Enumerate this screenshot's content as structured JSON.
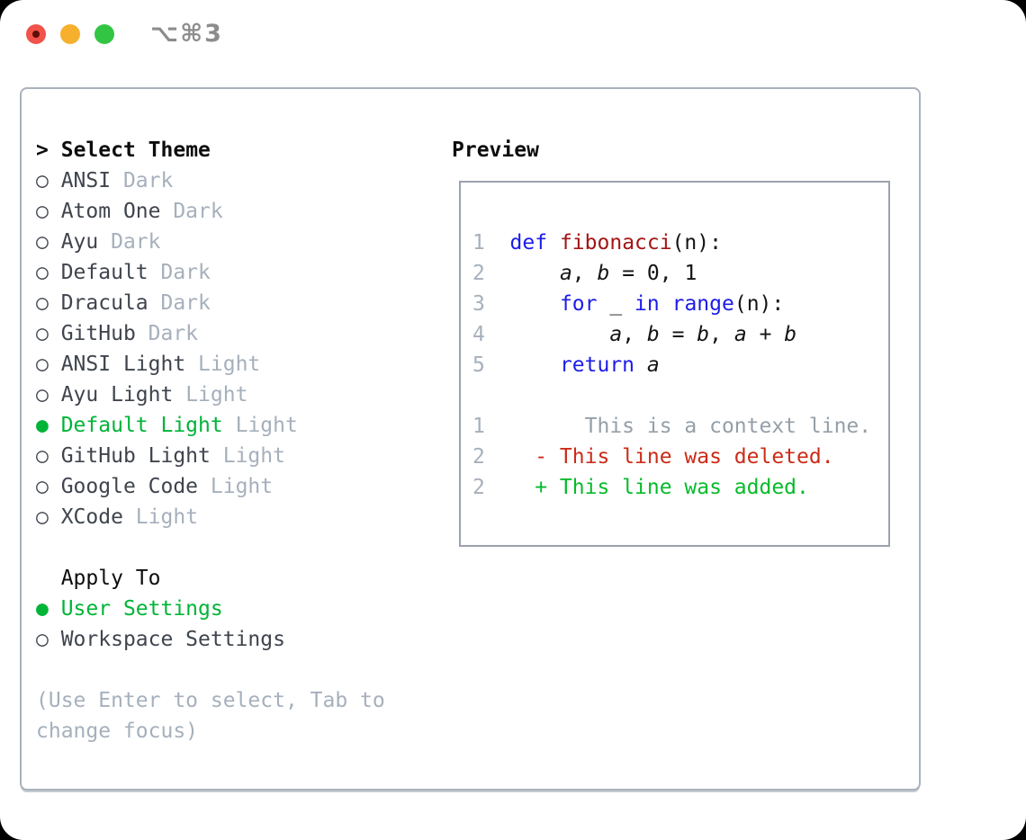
{
  "window": {
    "shortcut_label": "⌥⌘3",
    "traffic_lights": [
      "close",
      "minimize",
      "zoom"
    ]
  },
  "colors": {
    "selection_green": "#00b437",
    "added_green": "#06bb2a",
    "deleted_red": "#cb2b17",
    "keyword_blue": "#1c1ce8",
    "function_darkred": "#a31515",
    "muted_gray": "#a6b0bc",
    "text_dark": "#3f444d",
    "panel_border": "#aab2bd"
  },
  "theme_picker": {
    "title": "Select Theme",
    "title_prefix": ">",
    "unselected_bullet": "○",
    "selected_bullet": "●",
    "themes": [
      {
        "name": "ANSI",
        "variant": "Dark",
        "selected": false
      },
      {
        "name": "Atom One",
        "variant": "Dark",
        "selected": false
      },
      {
        "name": "Ayu",
        "variant": "Dark",
        "selected": false
      },
      {
        "name": "Default",
        "variant": "Dark",
        "selected": false
      },
      {
        "name": "Dracula",
        "variant": "Dark",
        "selected": false
      },
      {
        "name": "GitHub",
        "variant": "Dark",
        "selected": false
      },
      {
        "name": "ANSI Light",
        "variant": "Light",
        "selected": false
      },
      {
        "name": "Ayu Light",
        "variant": "Light",
        "selected": false
      },
      {
        "name": "Default Light",
        "variant": "Light",
        "selected": true
      },
      {
        "name": "GitHub Light",
        "variant": "Light",
        "selected": false
      },
      {
        "name": "Google Code",
        "variant": "Light",
        "selected": false
      },
      {
        "name": "XCode",
        "variant": "Light",
        "selected": false
      }
    ],
    "apply_to": {
      "title": "Apply To",
      "options": [
        {
          "label": "User Settings",
          "selected": true
        },
        {
          "label": "Workspace Settings",
          "selected": false
        }
      ]
    },
    "help_lines": [
      "(Use Enter to select, Tab to",
      "change focus)"
    ]
  },
  "preview": {
    "title": "Preview",
    "code_lines": [
      {
        "num": "1",
        "tokens": [
          {
            "text": "def",
            "type": "kw"
          },
          {
            "text": " ",
            "type": "pl"
          },
          {
            "text": "fibonacci",
            "type": "fn"
          },
          {
            "text": "(n):",
            "type": "pl"
          }
        ]
      },
      {
        "num": "2",
        "tokens": [
          {
            "text": "    ",
            "type": "pl"
          },
          {
            "text": "a",
            "type": "var"
          },
          {
            "text": ", ",
            "type": "pl"
          },
          {
            "text": "b",
            "type": "var"
          },
          {
            "text": " = 0, 1",
            "type": "pl"
          }
        ]
      },
      {
        "num": "3",
        "tokens": [
          {
            "text": "    ",
            "type": "pl"
          },
          {
            "text": "for",
            "type": "kw"
          },
          {
            "text": " _ ",
            "type": "pl"
          },
          {
            "text": "in",
            "type": "kw"
          },
          {
            "text": " ",
            "type": "pl"
          },
          {
            "text": "range",
            "type": "kw"
          },
          {
            "text": "(n):",
            "type": "pl"
          }
        ]
      },
      {
        "num": "4",
        "tokens": [
          {
            "text": "        ",
            "type": "pl"
          },
          {
            "text": "a",
            "type": "var"
          },
          {
            "text": ", ",
            "type": "pl"
          },
          {
            "text": "b",
            "type": "var"
          },
          {
            "text": " = ",
            "type": "pl"
          },
          {
            "text": "b",
            "type": "var"
          },
          {
            "text": ", ",
            "type": "pl"
          },
          {
            "text": "a",
            "type": "var"
          },
          {
            "text": " + ",
            "type": "pl"
          },
          {
            "text": "b",
            "type": "var"
          }
        ]
      },
      {
        "num": "5",
        "tokens": [
          {
            "text": "    ",
            "type": "pl"
          },
          {
            "text": "return",
            "type": "kw"
          },
          {
            "text": " ",
            "type": "pl"
          },
          {
            "text": "a",
            "type": "var"
          }
        ]
      }
    ],
    "diff_lines": [
      {
        "num": "1",
        "text": "      This is a context line.",
        "type": "context"
      },
      {
        "num": "2",
        "text": "  - This line was deleted.",
        "type": "deleted"
      },
      {
        "num": "2",
        "text": "  + This line was added.",
        "type": "added"
      }
    ]
  }
}
